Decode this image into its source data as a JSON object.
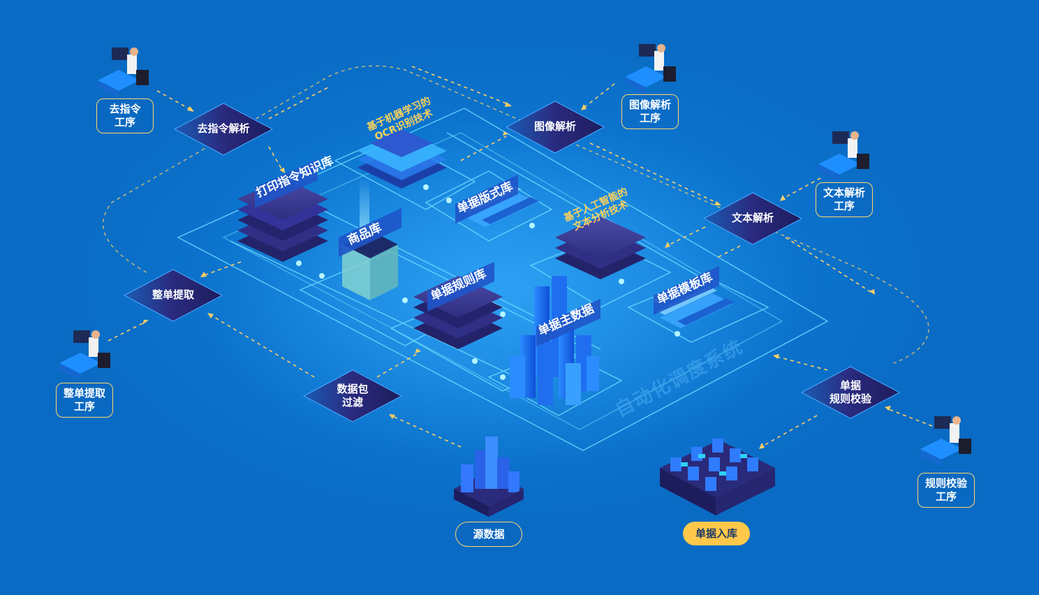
{
  "system_label": "自动化调度系统",
  "nodes": {
    "instruction_parse": "去指令解析",
    "image_parse": "图像解析",
    "text_parse": "文本解析",
    "whole_extract": "整单提取",
    "packet_filter": "数据包\n过滤",
    "rule_check": "单据\n规则校验"
  },
  "workstations": {
    "instruction": "去指令\n工序",
    "image": "图像解析\n工序",
    "text": "文本解析\n工序",
    "whole": "整单提取\n工序",
    "rule": "规则校验\n工序"
  },
  "databases": {
    "print_kb": "打印指令知识库",
    "product": "商品库",
    "layout": "单据版式库",
    "rule": "单据规则库",
    "master": "单据主数据",
    "template": "单据模板库"
  },
  "tech": {
    "ocr": "基于机器学习的\nOCR识别技术",
    "ai_text": "基于人工智能的\n文本分析技术"
  },
  "endpoints": {
    "source": "源数据",
    "storage": "单据入库"
  },
  "colors": {
    "background": "#0a6fc9",
    "accent_gold": "#ffc84a",
    "panel_line": "#5fd2ff",
    "diamond_dark": "#2b1c6e"
  }
}
